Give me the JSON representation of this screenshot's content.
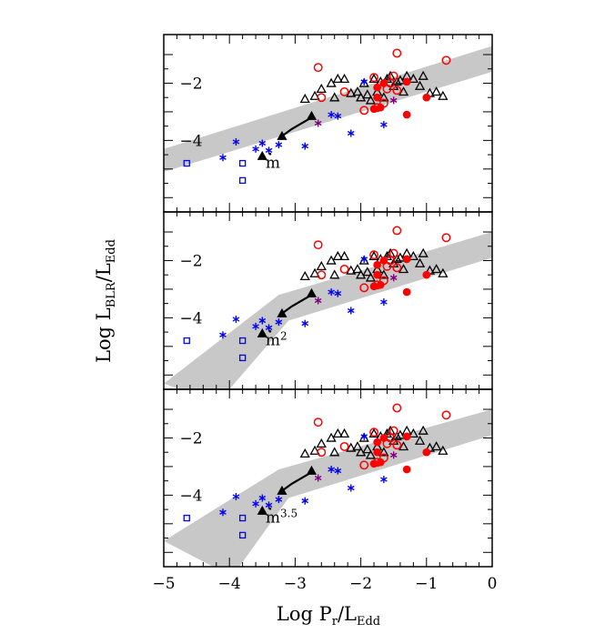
{
  "chart_data": {
    "type": "scatter",
    "layout": "three vertically stacked panels sharing the x axis",
    "xlabel": {
      "main": "Log P",
      "sub1": "r",
      "mid": "/L",
      "sub2": "Edd"
    },
    "ylabel": {
      "main": "Log L",
      "sub1": "BLR",
      "mid": "/L",
      "sub2": "Edd"
    },
    "xlim": [
      -5,
      0
    ],
    "ylim": [
      -6.5,
      -0.3
    ],
    "x_ticks": [
      -5,
      -4,
      -3,
      -2,
      -1,
      0
    ],
    "x_tick_labels": [
      "−5",
      "−4",
      "−3",
      "−2",
      "−1",
      "0"
    ],
    "y_ticks": [
      -4,
      -2
    ],
    "y_tick_labels": [
      "−4",
      "−2"
    ],
    "colors": {
      "band": "#c8c8c8",
      "red": "#ff0000",
      "blue": "#0000ff",
      "purple": "#800080",
      "black": "#000000"
    },
    "panels": [
      {
        "annotation_base": "m",
        "annotation_exp": "",
        "band": [
          [
            -5,
            -5.1
          ],
          [
            -5,
            -4.3
          ],
          [
            0,
            -0.7
          ],
          [
            0,
            -1.6
          ]
        ]
      },
      {
        "annotation_base": "m",
        "annotation_exp": "2",
        "band": [
          [
            -4.75,
            -6.5
          ],
          [
            -5,
            -6.3
          ],
          [
            -3.25,
            -3.2
          ],
          [
            0,
            -1.0
          ],
          [
            0,
            -1.9
          ],
          [
            -3.1,
            -4.1
          ],
          [
            -4.0,
            -6.5
          ]
        ]
      },
      {
        "annotation_base": "m",
        "annotation_exp": "3.5",
        "band": [
          [
            -4.25,
            -6.5
          ],
          [
            -5,
            -5.6
          ],
          [
            -3.25,
            -3.1
          ],
          [
            0,
            -1.0
          ],
          [
            0,
            -1.9
          ],
          [
            -3.1,
            -4.1
          ],
          [
            -3.85,
            -6.5
          ]
        ]
      }
    ],
    "series": [
      {
        "marker": "open-triangle",
        "color": "black",
        "points": [
          [
            -2.85,
            -2.55
          ],
          [
            -2.7,
            -2.45
          ],
          [
            -2.6,
            -2.2
          ],
          [
            -2.45,
            -2.0
          ],
          [
            -2.35,
            -1.85
          ],
          [
            -2.25,
            -1.85
          ],
          [
            -2.15,
            -2.35
          ],
          [
            -2.05,
            -2.3
          ],
          [
            -1.95,
            -2.0
          ],
          [
            -1.9,
            -2.4
          ],
          [
            -1.8,
            -1.85
          ],
          [
            -1.7,
            -1.95
          ],
          [
            -1.6,
            -1.85
          ],
          [
            -1.5,
            -2.1
          ],
          [
            -1.4,
            -1.9
          ],
          [
            -1.3,
            -1.75
          ],
          [
            -1.2,
            -1.85
          ],
          [
            -1.1,
            -2.1
          ],
          [
            -1.05,
            -1.75
          ],
          [
            -0.95,
            -2.35
          ],
          [
            -0.85,
            -2.3
          ],
          [
            -0.75,
            -2.45
          ],
          [
            -2.0,
            -2.5
          ],
          [
            -1.85,
            -2.6
          ],
          [
            -1.75,
            -2.3
          ],
          [
            -1.65,
            -2.5
          ],
          [
            -1.55,
            -1.75
          ],
          [
            -1.45,
            -1.95
          ],
          [
            -1.35,
            -2.3
          ],
          [
            -2.4,
            -2.5
          ]
        ]
      },
      {
        "marker": "open-circle",
        "color": "red",
        "points": [
          [
            -2.65,
            -1.45
          ],
          [
            -2.6,
            -2.5
          ],
          [
            -2.25,
            -2.3
          ],
          [
            -1.95,
            -2.95
          ],
          [
            -1.75,
            -2.85
          ],
          [
            -1.65,
            -2.7
          ],
          [
            -1.55,
            -2.0
          ],
          [
            -1.5,
            -1.75
          ],
          [
            -1.45,
            -2.25
          ],
          [
            -1.45,
            -0.95
          ],
          [
            -0.7,
            -1.2
          ],
          [
            -1.8,
            -1.8
          ],
          [
            -1.6,
            -2.2
          ]
        ]
      },
      {
        "marker": "filled-circle",
        "color": "red",
        "points": [
          [
            -1.8,
            -2.9
          ],
          [
            -1.7,
            -2.85
          ],
          [
            -1.75,
            -2.15
          ],
          [
            -1.65,
            -2.0
          ],
          [
            -1.3,
            -1.95
          ],
          [
            -1.3,
            -3.1
          ],
          [
            -1.0,
            -2.5
          ],
          [
            -1.75,
            -2.5
          ]
        ]
      },
      {
        "marker": "asterisk",
        "color": "blue",
        "points": [
          [
            -4.1,
            -4.6
          ],
          [
            -3.9,
            -4.05
          ],
          [
            -3.6,
            -4.3
          ],
          [
            -3.5,
            -4.1
          ],
          [
            -3.4,
            -4.35
          ],
          [
            -3.25,
            -4.15
          ],
          [
            -2.85,
            -4.2
          ],
          [
            -2.45,
            -3.1
          ],
          [
            -2.35,
            -3.15
          ],
          [
            -2.15,
            -3.75
          ],
          [
            -1.95,
            -1.95
          ],
          [
            -1.65,
            -3.45
          ]
        ]
      },
      {
        "marker": "open-square",
        "color": "blue",
        "points": [
          [
            -4.65,
            -4.8
          ],
          [
            -3.8,
            -4.8
          ],
          [
            -3.8,
            -5.4
          ]
        ]
      },
      {
        "marker": "asterisk",
        "color": "purple",
        "points": [
          [
            -2.65,
            -3.4
          ],
          [
            -1.5,
            -2.6
          ]
        ]
      },
      {
        "marker": "filled-triangle",
        "color": "black",
        "points": [
          [
            -3.5,
            -4.55
          ],
          [
            -3.2,
            -3.85
          ],
          [
            -2.75,
            -3.15
          ]
        ]
      },
      {
        "marker": "track-line",
        "color": "black",
        "points": [
          [
            -3.2,
            -3.85
          ],
          [
            -3.05,
            -3.6
          ],
          [
            -2.75,
            -3.2
          ]
        ]
      }
    ]
  }
}
